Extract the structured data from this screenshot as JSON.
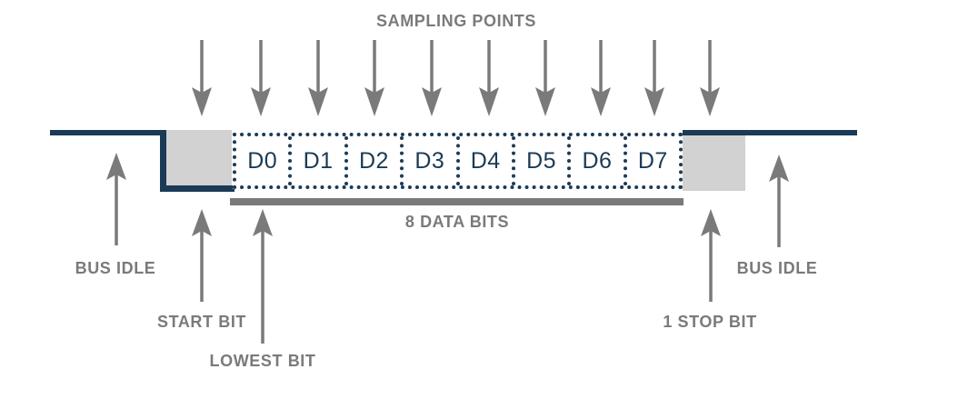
{
  "title": "SAMPLING POINTS",
  "bits": [
    "D0",
    "D1",
    "D2",
    "D3",
    "D4",
    "D5",
    "D6",
    "D7"
  ],
  "labels": {
    "bus_idle_left": "BUS IDLE",
    "start_bit": "START BIT",
    "lowest_bit": "LOWEST BIT",
    "data_bits": "8 DATA BITS",
    "stop_bit": "1 STOP BIT",
    "bus_idle_right": "BUS IDLE"
  },
  "sampling_points_count": 10,
  "colors": {
    "signal_navy": "#1b3a55",
    "annotation_gray": "#7a7a7a",
    "bit_fill_gray": "#d2d2d2",
    "background": "#ffffff"
  }
}
